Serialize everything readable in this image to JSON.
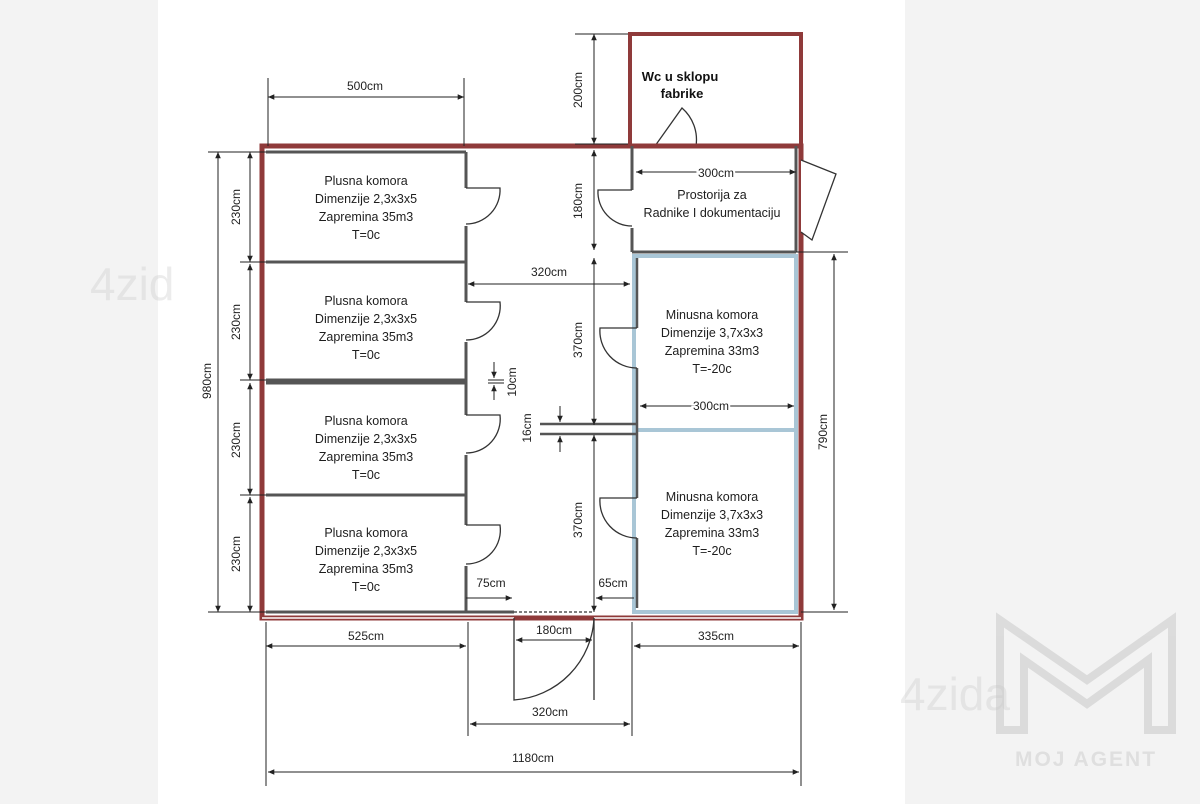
{
  "dimensions": {
    "top_width": "500cm",
    "wc_height": "200cm",
    "office_width": "300cm",
    "office_height": "180cm",
    "chamber_height_1": "230cm",
    "chamber_height_2": "230cm",
    "chamber_height_3": "230cm",
    "chamber_height_4": "230cm",
    "total_height": "980cm",
    "corridor_width": "320cm",
    "minus_height_1": "370cm",
    "minus_height_2": "370cm",
    "wall_gap": "10cm",
    "mid_wall": "16cm",
    "minus_width": "300cm",
    "right_height": "790cm",
    "door_left": "75cm",
    "door_right": "65cm",
    "entrance": "180cm",
    "bottom_left": "525cm",
    "bottom_right": "335cm",
    "bottom_mid": "320cm",
    "total_width": "1180cm"
  },
  "wc": {
    "line1": "Wc u sklopu",
    "line2": "fabrike"
  },
  "office": {
    "line1": "Prostorija za",
    "line2": "Radnike I dokumentaciju"
  },
  "plus_rooms": [
    {
      "title": "Plusna komora",
      "dims": "Dimenzije 2,3x3x5",
      "volume": "Zapremina 35m3",
      "temp": "T=0c"
    },
    {
      "title": "Plusna komora",
      "dims": "Dimenzije 2,3x3x5",
      "volume": "Zapremina 35m3",
      "temp": "T=0c"
    },
    {
      "title": "Plusna komora",
      "dims": "Dimenzije 2,3x3x5",
      "volume": "Zapremina 35m3",
      "temp": "T=0c"
    },
    {
      "title": "Plusna komora",
      "dims": "Dimenzije 2,3x3x5",
      "volume": "Zapremina 35m3",
      "temp": "T=0c"
    }
  ],
  "minus_rooms": [
    {
      "title": "Minusna komora",
      "dims": "Dimenzije 3,7x3x3",
      "volume": "Zapremina 33m3",
      "temp": "T=-20c"
    },
    {
      "title": "Minusna komora",
      "dims": "Dimenzije 3,7x3x3",
      "volume": "Zapremina 33m3",
      "temp": "T=-20c"
    }
  ],
  "watermarks": {
    "left": "4zid",
    "right": "4zida",
    "agent": "MOJ AGENT"
  },
  "colors": {
    "outer_wall": "#8f3a3a",
    "inner_wall": "#555555",
    "cold_wall": "#a9c6d6",
    "dim_line": "#222222"
  }
}
